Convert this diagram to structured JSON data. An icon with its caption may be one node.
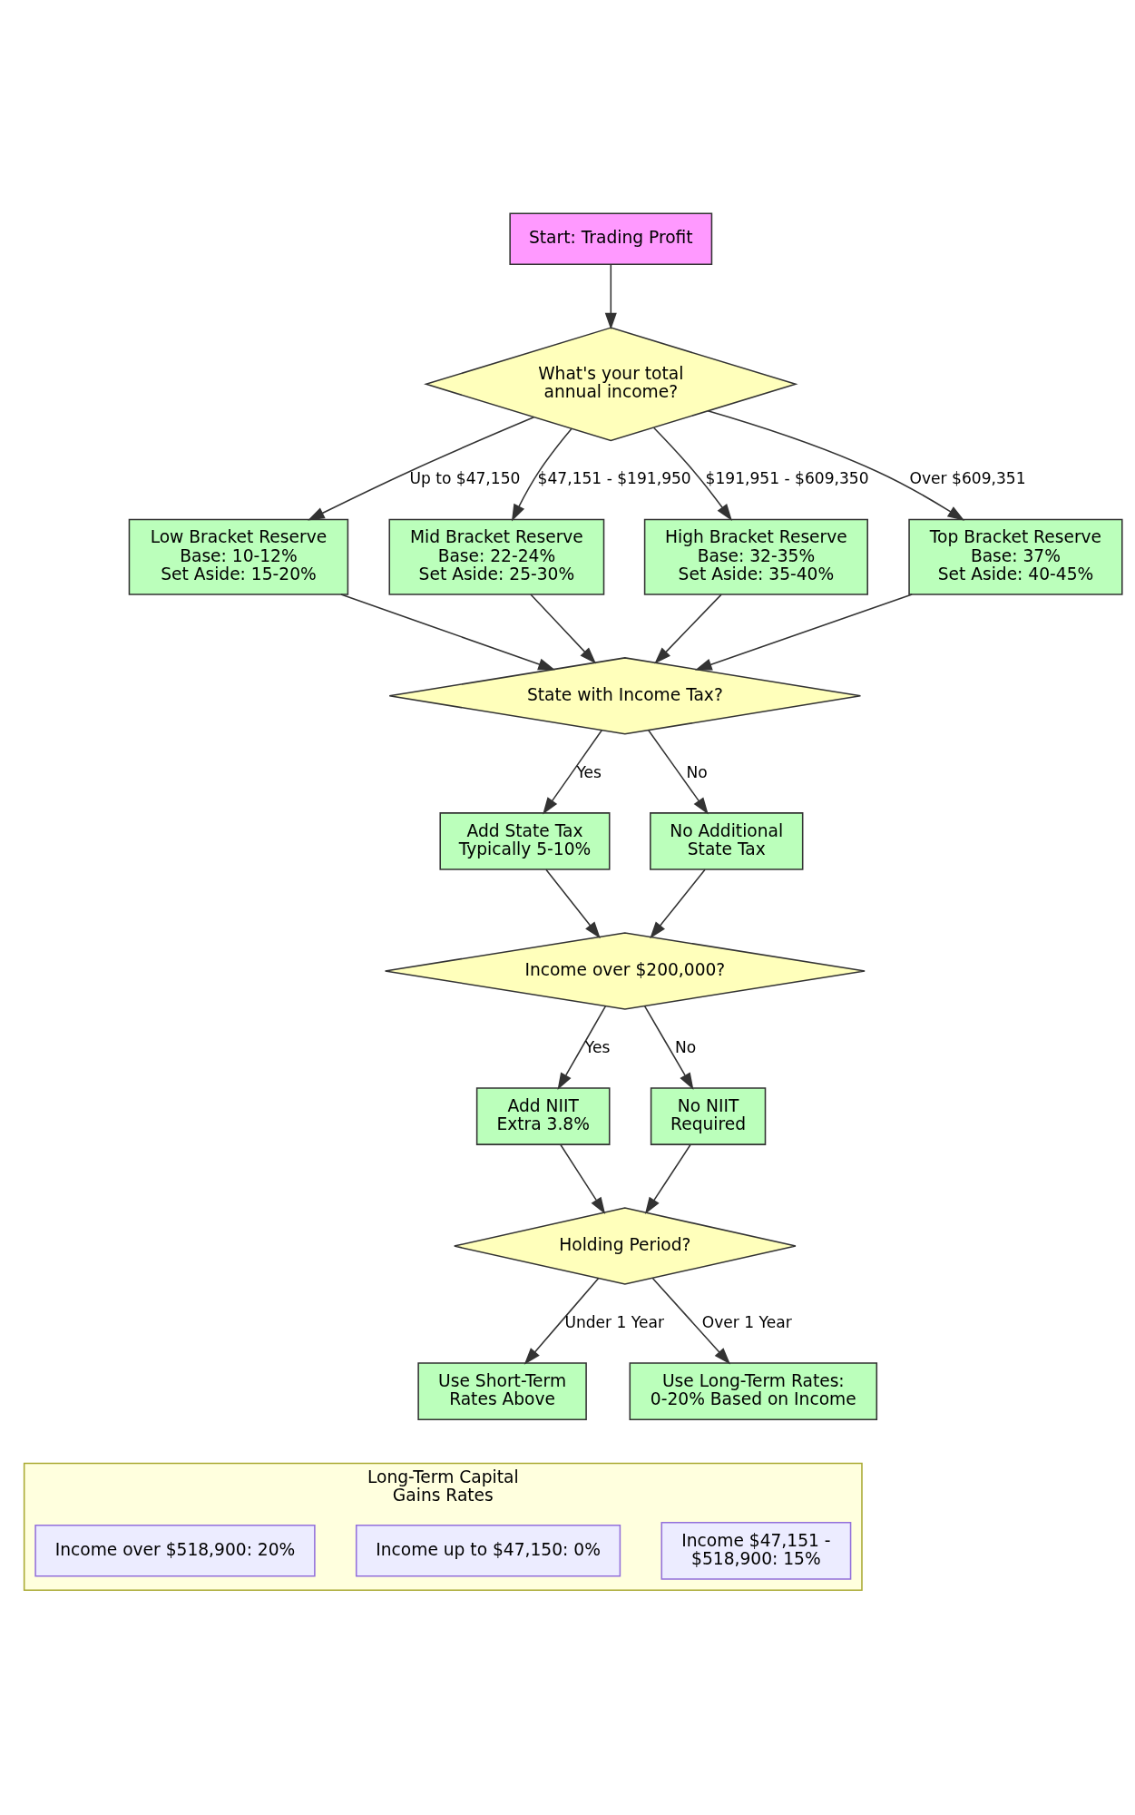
{
  "diagram": {
    "nodes": [
      {
        "text": [
          "Start: Trading Profit"
        ]
      },
      {
        "text": [
          "What's your total annual income?"
        ]
      },
      {
        "text": [
          "Low Bracket Reserve",
          "Base: 10-12%",
          "Set Aside: 15-20%"
        ]
      },
      {
        "text": [
          "Mid Bracket Reserve",
          "Base: 22-24%",
          "Set Aside: 25-30%"
        ]
      },
      {
        "text": [
          "High Bracket Reserve",
          "Base: 32-35%",
          "Set Aside: 35-40%"
        ]
      },
      {
        "text": [
          "Top Bracket Reserve",
          "Base: 37%",
          "Set Aside: 40-45%"
        ]
      },
      {
        "text": [
          "State with Income Tax?"
        ]
      },
      {
        "text": [
          "Add State Tax",
          "Typically 5-10%"
        ]
      },
      {
        "text": [
          "No Additional State Tax"
        ]
      },
      {
        "text": [
          "Income over $200,000?"
        ]
      },
      {
        "text": [
          "Add NIIT",
          "Extra 3.8%"
        ]
      },
      {
        "text": [
          "No NIIT Required"
        ]
      },
      {
        "text": [
          "Holding Period?"
        ]
      },
      {
        "text": [
          "Use Short-Term Rates Above"
        ]
      },
      {
        "text": [
          "Use Long-Term Rates:",
          "0-20% Based on Income"
        ]
      },
      {
        "text": [
          "Long-Term Capital Gains Rates"
        ]
      },
      {
        "text": [
          "Income up to $47,150: 0%"
        ],
        "in": 15
      },
      {
        "text": [
          "Income $47,151 - $518,900: 15%"
        ],
        "in": 15
      },
      {
        "text": [
          "Income over $518,900: 20%"
        ],
        "in": 15
      }
    ],
    "edges": [
      {
        "from": 0,
        "to": 1,
        "arrow": "to"
      },
      {
        "from": 1,
        "to": 2,
        "arrow": "to",
        "label": "Up to $47,150"
      },
      {
        "from": 1,
        "to": 3,
        "arrow": "to",
        "label": "$47,151 - $191,950"
      },
      {
        "from": 1,
        "to": 4,
        "arrow": "to",
        "label": "$191,951 - $609,350"
      },
      {
        "from": 1,
        "to": 5,
        "arrow": "to",
        "label": "Over $609,351"
      },
      {
        "from": 2,
        "to": 6,
        "arrow": "to"
      },
      {
        "from": 3,
        "to": 6,
        "arrow": "to"
      },
      {
        "from": 4,
        "to": 6,
        "arrow": "to"
      },
      {
        "from": 5,
        "to": 6,
        "arrow": "to"
      },
      {
        "from": 6,
        "to": 7,
        "arrow": "to",
        "label": "Yes"
      },
      {
        "from": 6,
        "to": 8,
        "arrow": "to",
        "label": "No"
      },
      {
        "from": 7,
        "to": 9,
        "arrow": "to"
      },
      {
        "from": 8,
        "to": 9,
        "arrow": "to"
      },
      {
        "from": 9,
        "to": 10,
        "arrow": "to",
        "label": "Yes"
      },
      {
        "from": 9,
        "to": 11,
        "arrow": "to",
        "label": "No"
      },
      {
        "from": 10,
        "to": 12,
        "arrow": "to"
      },
      {
        "from": 11,
        "to": 12,
        "arrow": "to"
      },
      {
        "from": 12,
        "to": 13,
        "arrow": "to",
        "label": "Under 1 Year"
      },
      {
        "from": 12,
        "to": 14,
        "arrow": "to",
        "label": "Over 1 Year"
      }
    ]
  }
}
